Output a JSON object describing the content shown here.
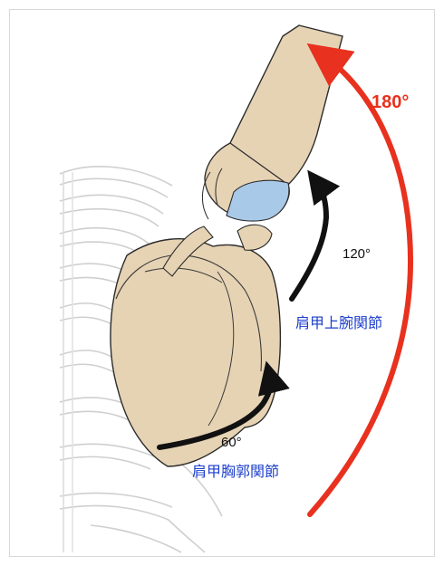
{
  "labels": {
    "total_angle": "180°",
    "glenohumeral_angle": "120°",
    "scapulothoracic_angle": "60°",
    "glenohumeral_joint": "肩甲上腕関節",
    "scapulothoracic_joint": "肩甲胸郭関節"
  },
  "colors": {
    "total_arc": "#e8311e",
    "partial_arcs": "#111111",
    "joint_text": "#1d3fcc",
    "bone_fill": "#e6d3b4",
    "cartilage": "#a9c9e8",
    "rib_outline": "#cfcfcf"
  }
}
